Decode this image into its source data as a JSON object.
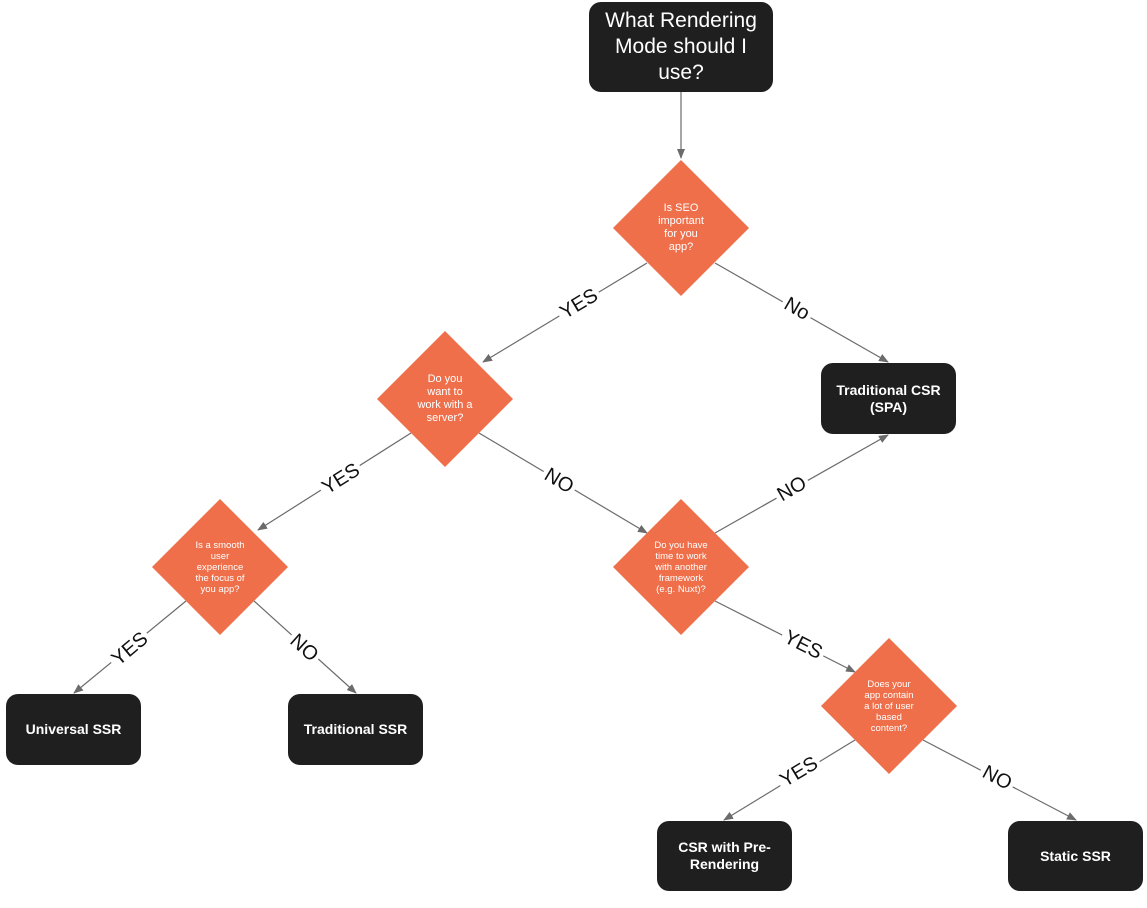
{
  "colors": {
    "box": "#1f1f1f",
    "decision": "#ee6f4a",
    "edge": "#6b6b6b",
    "text_light": "#ffffff",
    "label": "#111111"
  },
  "nodes": {
    "start": "What Rendering\nMode should I\nuse?",
    "seo": "Is SEO\nimportant\nfor you\napp?",
    "server": "Do you\nwant to\nwork with a\nserver?",
    "smooth": "Is a smooth\nuser\nexperience\nthe focus of\nyou app?",
    "framework": "Do you have\ntime to work\nwith another\nframework\n(e.g. Nuxt)?",
    "user_content": "Does your\napp contain\na lot of user\nbased\ncontent?",
    "csr_spa": "Traditional CSR\n(SPA)",
    "universal_ssr": "Universal SSR",
    "traditional_ssr": "Traditional SSR",
    "csr_prerender": "CSR with Pre-\nRendering",
    "static_ssr": "Static SSR"
  },
  "edges": {
    "seo_yes": "YES",
    "seo_no": "No",
    "server_yes": "YES",
    "server_no": "NO",
    "smooth_yes": "YES",
    "smooth_no": "NO",
    "framework_no": "NO",
    "framework_yes": "YES",
    "content_yes": "YES",
    "content_no": "NO"
  }
}
